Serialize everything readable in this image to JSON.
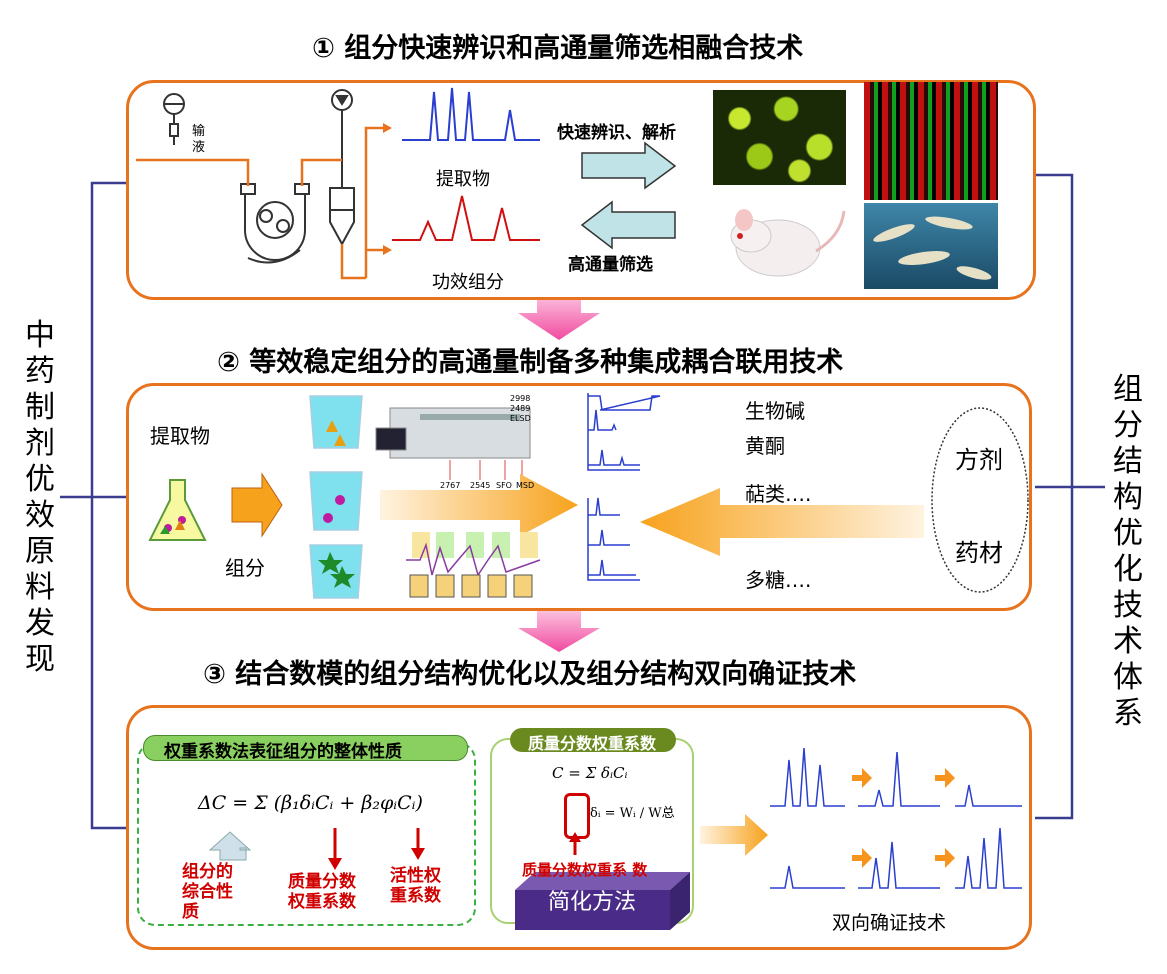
{
  "titles": {
    "s1": "① 组分快速辨识和高通量筛选相融合技术",
    "s2": "② 等效稳定组分的高通量制备多种集成耦合联用技术",
    "s3": "③ 结合数模的组分结构优化以及组分结构双向确证技术"
  },
  "left_label": "中药制剂优效原料发现",
  "right_label": "组分结构优化技术体系",
  "panel1": {
    "infusion": "输液",
    "extract": "提取物",
    "effective": "功效组分",
    "fast_id": "快速辨识、解析",
    "hts": "高通量筛选"
  },
  "panel2": {
    "extract": "提取物",
    "fraction": "组分",
    "instrument_labels": [
      "2998",
      "2489",
      "ELSD",
      "2767",
      "2545",
      "SFO",
      "MSD"
    ],
    "classes": [
      "生物碱",
      "黄酮",
      "萜类….",
      "多糖…."
    ],
    "formula": "方剂",
    "herb": "药材"
  },
  "panel3": {
    "weight_title": "权重系数法表征组分的整体性质",
    "mass_title": "质量分数权重系数",
    "formula_main": "ΔC = Σ (β₁δᵢCᵢ + β₂φᵢCᵢ)",
    "formula_simple": "C = Σ δᵢCᵢ",
    "formula_delta": "δᵢ = Wᵢ / W总",
    "label_overall": "组分的综合性质",
    "label_mass": "质量分数权重系数",
    "label_activity": "活性权重系数",
    "label_mass2": "质量分数权重系 数",
    "simplify": "简化方法",
    "bidirectional": "双向确证技术"
  },
  "colors": {
    "panel_border": "#e8731f",
    "bracket": "#3a3d8f",
    "peak_blue": "#2a3fd0",
    "peak_red": "#d01010",
    "green_tag": "#3a9a2a"
  }
}
